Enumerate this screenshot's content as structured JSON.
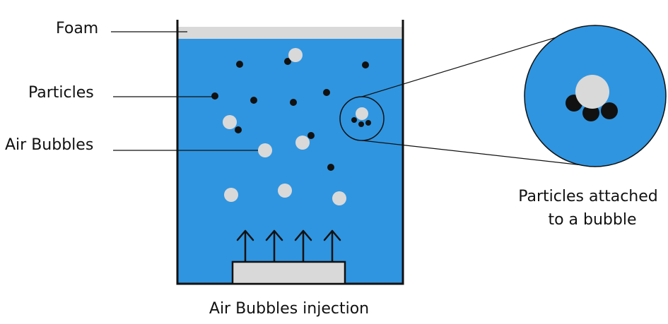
{
  "labels": {
    "foam": "Foam",
    "particles": "Particles",
    "air_bubbles": "Air Bubbles",
    "injection": "Air Bubbles injection",
    "zoom_caption_line1": "Particles attached",
    "zoom_caption_line2": "to a bubble"
  },
  "colors": {
    "water": "#2f95e0",
    "foam": "#d9d9d9",
    "bubble": "#d9d9d9",
    "particle": "#111111",
    "outline": "#111111"
  },
  "icons": [
    "up-arrow-icon"
  ]
}
